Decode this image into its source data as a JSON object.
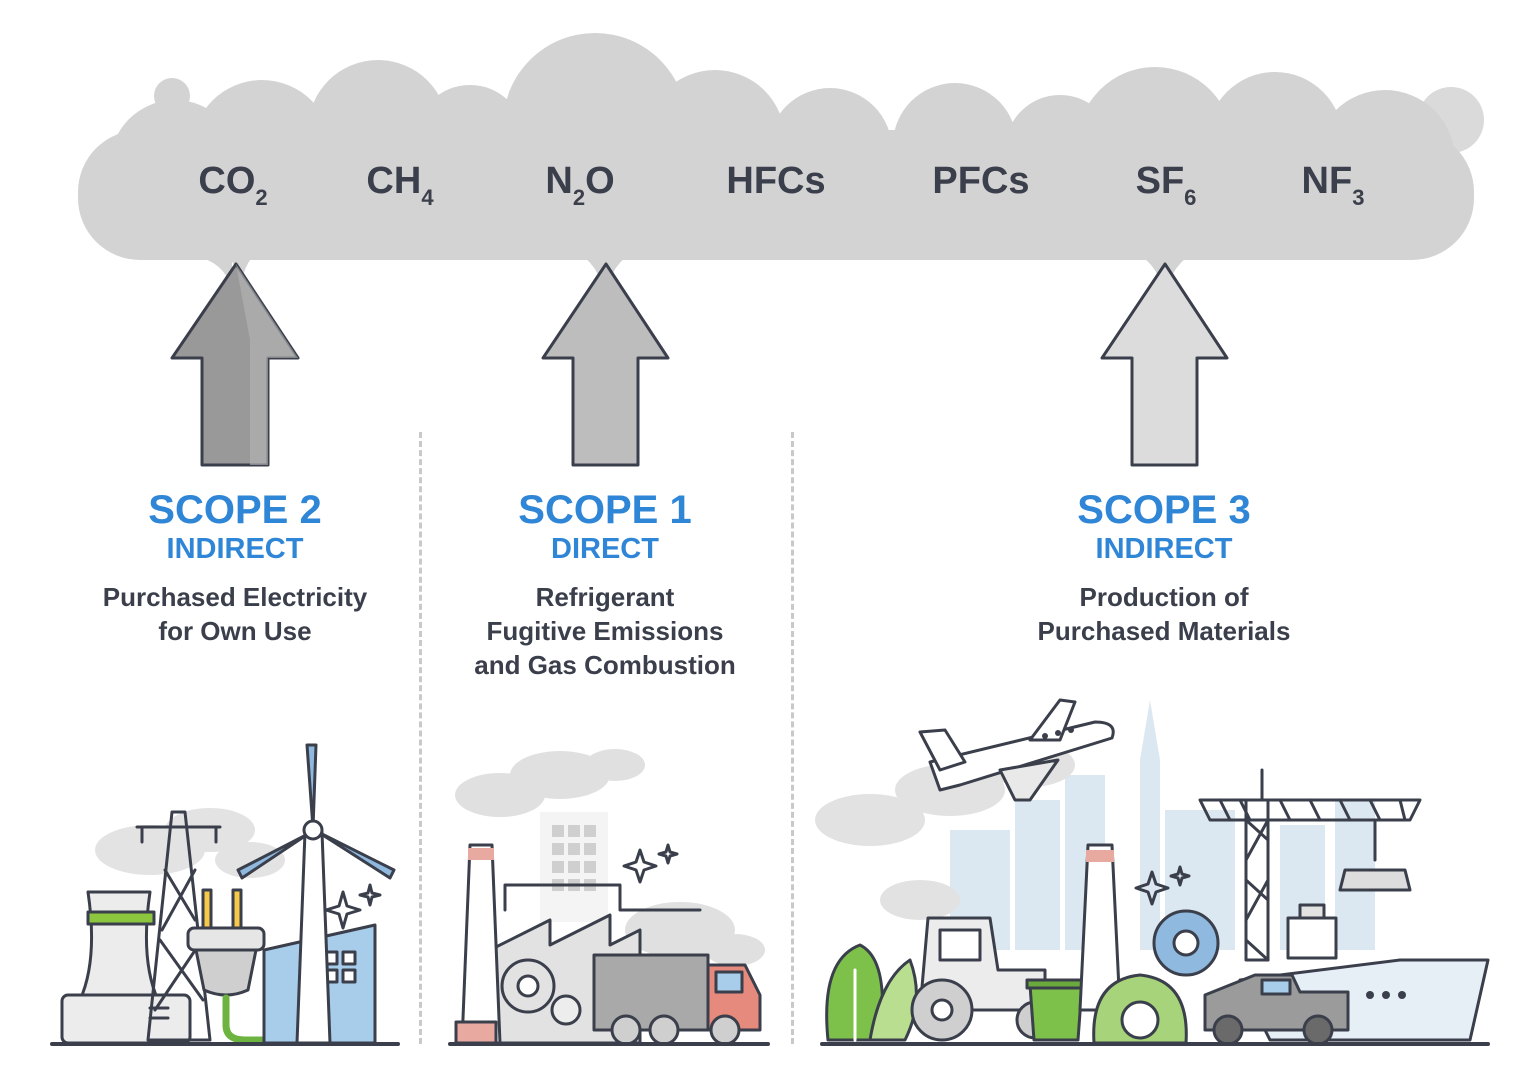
{
  "gases": [
    {
      "base": "CO",
      "sub": "2"
    },
    {
      "base": "CH",
      "sub": "4"
    },
    {
      "base": "N",
      "sub": "2",
      "after": "O"
    },
    {
      "base": "HFCs",
      "sub": ""
    },
    {
      "base": "PFCs",
      "sub": ""
    },
    {
      "base": "SF",
      "sub": "6"
    },
    {
      "base": "NF",
      "sub": "3"
    }
  ],
  "scopes": {
    "scope2": {
      "title": "SCOPE 2",
      "type": "INDIRECT",
      "desc_line1": "Purchased Electricity",
      "desc_line2": "for Own Use"
    },
    "scope1": {
      "title": "SCOPE 1",
      "type": "DIRECT",
      "desc_line1": "Refrigerant",
      "desc_line2": "Fugitive Emissions",
      "desc_line3": "and Gas Combustion"
    },
    "scope3": {
      "title": "SCOPE 3",
      "type": "INDIRECT",
      "desc_line1": "Production of",
      "desc_line2": "Purchased Materials"
    }
  },
  "colors": {
    "cloud": "#d3d3d3",
    "cloud_dark": "#c4c4c4",
    "arrow_scope2": "#999999",
    "arrow_scope1": "#bdbdbd",
    "arrow_scope3": "#dcdcdc",
    "accent_blue": "#2f86d6",
    "text_dark": "#3a3f4b",
    "outline": "#3a3f4b"
  },
  "icons": {
    "scope2": [
      "cooling-tower-icon",
      "power-pylon-icon",
      "electric-plug-icon",
      "wind-turbine-icon",
      "building-icon",
      "sparkle-icon"
    ],
    "scope1": [
      "factory-icon",
      "chimney-icon",
      "gear-icon",
      "truck-icon",
      "smoke-icon",
      "sparkle-icon"
    ],
    "scope3": [
      "airplane-icon",
      "city-skyline-icon",
      "tractor-icon",
      "chimney-icon",
      "gear-icon",
      "construction-crane-icon",
      "pickup-truck-icon",
      "cargo-ship-icon",
      "recycling-bin-icon",
      "plant-icon",
      "sparkle-icon"
    ]
  }
}
